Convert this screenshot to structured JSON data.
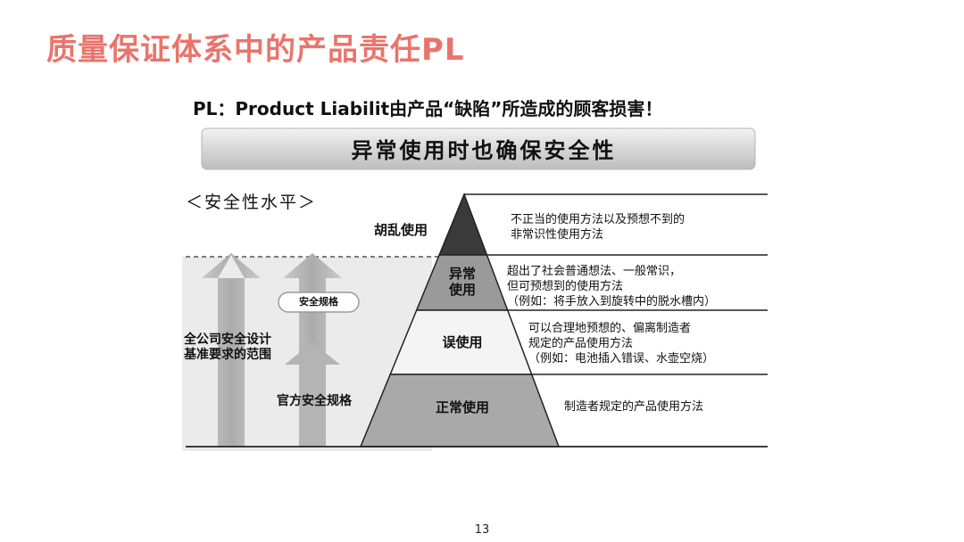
{
  "slide": {
    "title": "质量保证体系中的产品责任PL",
    "page_number": "13"
  },
  "figure": {
    "heading": "PL：Product Liabilit由产品“缺陷”所造成的顾客损害！",
    "banner": "异常使用时也确保安全性",
    "scale_title": "＜安全性水平＞",
    "levels": [
      {
        "label": "胡乱使用",
        "description": [
          "不正当的使用方法以及预想不到的",
          "非常识性使用方法"
        ],
        "fill": "#3a3a3a"
      },
      {
        "label": [
          "异常",
          "使用"
        ],
        "description": [
          "超出了社会普通想法、一般常识，",
          "但可预想到的使用方法",
          "（例如：将手放入到旋转中的脱水槽内）"
        ],
        "fill": "#9a9a9a"
      },
      {
        "label": "误使用",
        "description": [
          "可以合理地预想的、偏离制造者",
          "规定的产品使用方法",
          "（例如：电池插入错误、水壶空烧）"
        ],
        "fill": "#f4f4f4"
      },
      {
        "label": "正常使用",
        "description": [
          "制造者规定的产品使用方法"
        ],
        "fill": "#a9a9a9"
      }
    ],
    "left_annotations": {
      "company_scope": [
        "全公司安全设计",
        "基准要求的范围"
      ],
      "official_standard": "官方安全规格",
      "safety_standard_badge": "安全规格"
    }
  }
}
